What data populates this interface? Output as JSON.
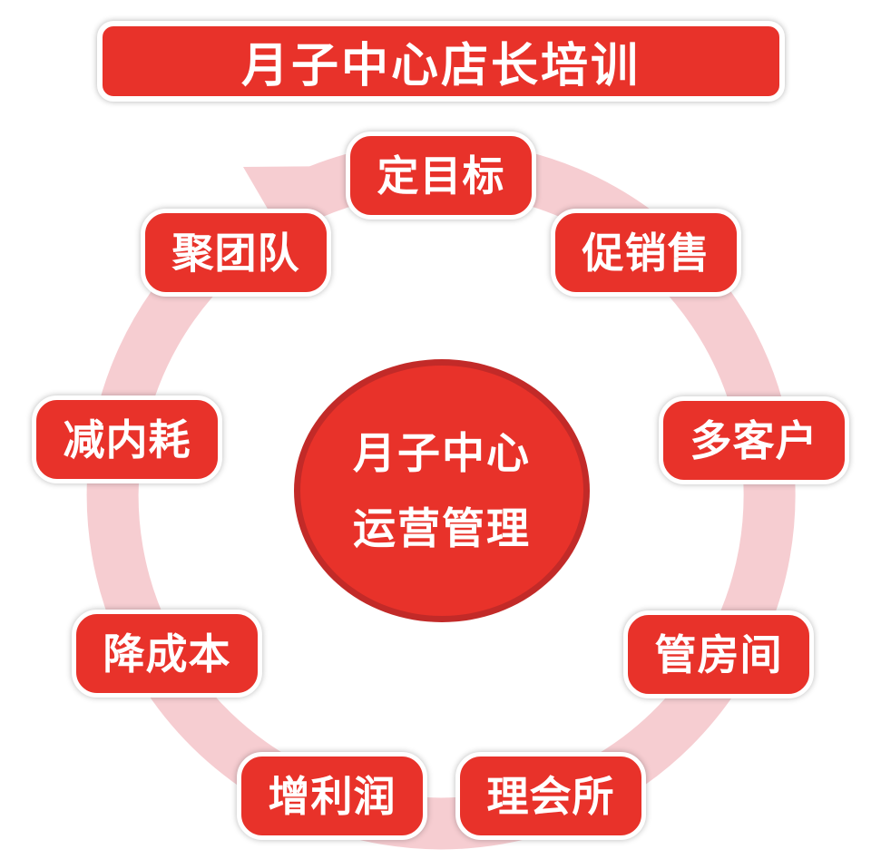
{
  "title": "月子中心店长培训",
  "center": {
    "line1": "月子中心",
    "line2": "运营管理"
  },
  "nodes": [
    {
      "label": "定目标"
    },
    {
      "label": "促销售"
    },
    {
      "label": "多客户"
    },
    {
      "label": "管房间"
    },
    {
      "label": "理会所"
    },
    {
      "label": "增利润"
    },
    {
      "label": "降成本"
    },
    {
      "label": "减内耗"
    },
    {
      "label": "聚团队"
    }
  ],
  "cycle_direction": "clockwise",
  "icons": {
    "arrowhead": "cycle-arrowhead pointing toward 定目标"
  },
  "colors": {
    "node_red": "#E8322A",
    "center_border": "#C22A28",
    "ring_pink": "#F6CDD1",
    "text_white": "#FFFFFF"
  }
}
